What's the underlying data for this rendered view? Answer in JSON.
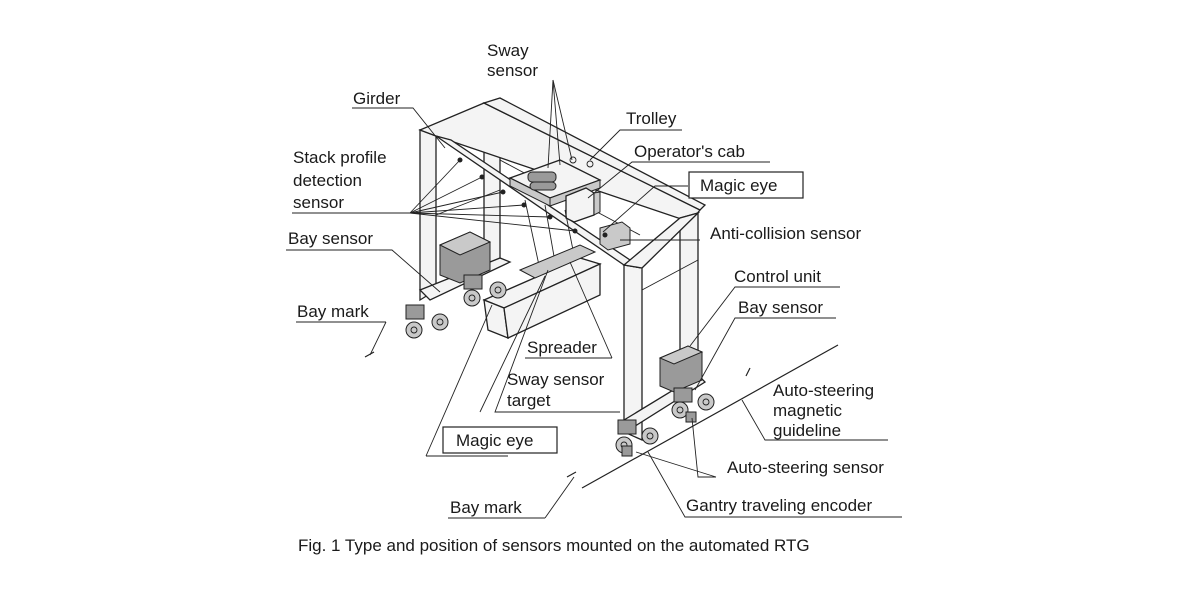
{
  "figure": {
    "caption": "Fig. 1  Type and position of sensors mounted on the automated RTG",
    "labels": {
      "sway_sensor_line1": "Sway",
      "sway_sensor_line2": "sensor",
      "girder": "Girder",
      "trolley": "Trolley",
      "operators_cab": "Operator's cab",
      "stack_profile_line1": "Stack profile",
      "stack_profile_line2": "detection",
      "stack_profile_line3": "sensor",
      "magic_eye_top": "Magic eye",
      "anti_collision_sensor": "Anti-collision sensor",
      "bay_sensor_left": "Bay sensor",
      "control_unit": "Control unit",
      "bay_sensor_right": "Bay sensor",
      "bay_mark_left": "Bay mark",
      "spreader": "Spreader",
      "sway_target_line1": "Sway sensor",
      "sway_target_line2": "target",
      "auto_steer_guide_line1": "Auto-steering",
      "auto_steer_guide_line2": "magnetic",
      "auto_steer_guide_line3": "guideline",
      "magic_eye_bottom": "Magic eye",
      "auto_steering_sensor": "Auto-steering sensor",
      "bay_mark_bottom": "Bay mark",
      "gantry_traveling_encoder": "Gantry traveling encoder"
    }
  }
}
